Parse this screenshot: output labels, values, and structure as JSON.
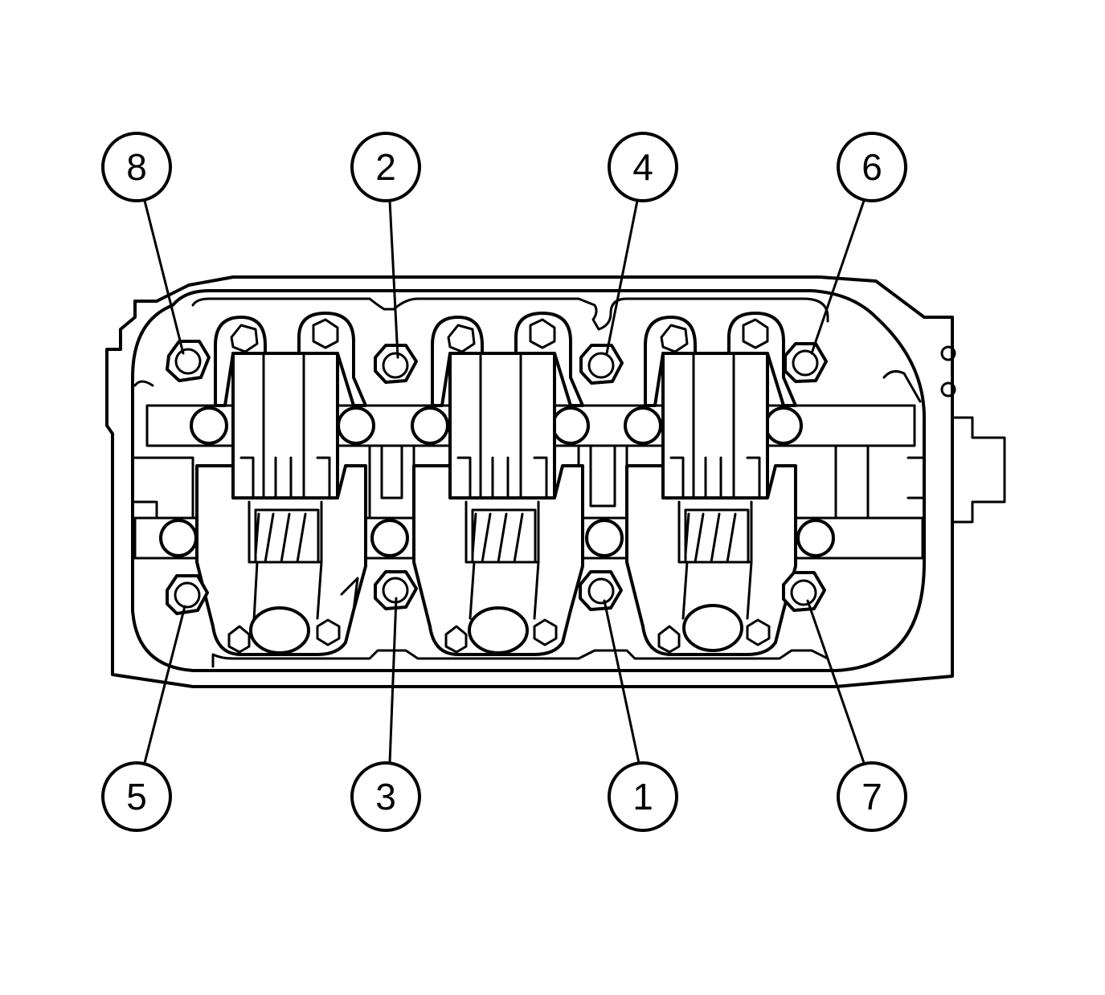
{
  "callouts": [
    {
      "id": "8",
      "label": "8"
    },
    {
      "id": "2",
      "label": "2"
    },
    {
      "id": "4",
      "label": "4"
    },
    {
      "id": "6",
      "label": "6"
    },
    {
      "id": "5",
      "label": "5"
    },
    {
      "id": "3",
      "label": "3"
    },
    {
      "id": "1",
      "label": "1"
    },
    {
      "id": "7",
      "label": "7"
    }
  ],
  "colors": {
    "line": "#000000",
    "background": "#ffffff"
  }
}
